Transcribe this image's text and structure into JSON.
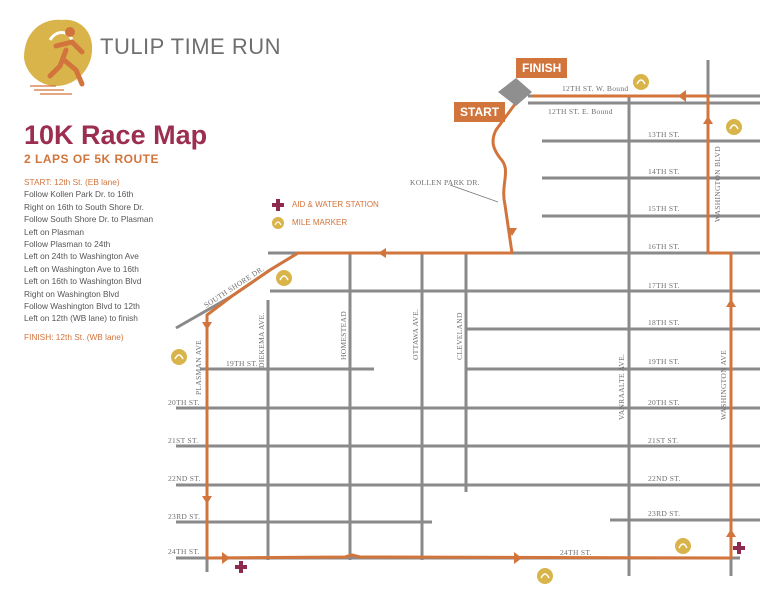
{
  "header": {
    "brand_name": "TULIP TIME RUN"
  },
  "title": "10K Race Map",
  "subtitle": "2 LAPS OF 5K ROUTE",
  "directions": {
    "start": "START: 12th St. (EB lane)",
    "steps": [
      "Follow Kollen Park Dr. to 16th",
      "Right on 16th to South Shore Dr.",
      "Follow South Shore Dr. to Plasman",
      "Left on Plasman",
      "Follow Plasman to 24th",
      "Left on 24th to Washington Ave",
      "Left on Washington Ave to 16th",
      "Left on 16th to Washington Blvd",
      "Right on Washington Blvd",
      "Follow Washington Blvd to 12th",
      "Left on 12th (WB lane) to finish"
    ],
    "finish": "FINISH: 12th St. (WB lane)"
  },
  "legend": {
    "aid": "AID & WATER STATION",
    "mile": "MILE MARKER"
  },
  "callouts": {
    "start": "START",
    "finish": "FINISH"
  },
  "streets": {
    "s12w": "12TH ST. W. Bound",
    "s12e": "12TH ST. E. Bound",
    "s13": "13TH ST.",
    "s14": "14TH ST.",
    "s15": "15TH ST.",
    "s16": "16TH ST.",
    "s17": "17TH ST.",
    "s18": "18TH ST.",
    "s19w": "19TH ST.",
    "s19e": "19TH ST.",
    "s20w": "20TH ST.",
    "s20e": "20TH ST.",
    "s21w": "21ST ST.",
    "s21e": "21ST ST.",
    "s22w": "22ND ST.",
    "s22e": "22ND ST.",
    "s23w": "23RD ST.",
    "s23e": "23RD ST.",
    "s24w": "24TH ST.",
    "s24m": "24TH ST.",
    "kollen": "KOLLEN PARK DR.",
    "southshore": "SOUTH SHORE DR.",
    "plasman": "PLASMAN AVE",
    "diekema": "DIEKEMA AVE.",
    "homestead": "HOMESTEAD",
    "ottawa": "OTTAWA AVE.",
    "cleveland": "CLEVELAND",
    "vanraalte": "VANRAALTE AVE.",
    "washave": "WASHINGTON AVE",
    "washblvd": "WASHINGTON BLVD"
  },
  "colors": {
    "route": "#d2753d",
    "title": "#9c2e50",
    "aid": "#8c2a4f",
    "mile": "#d9b44a",
    "street": "#8a8a8a"
  }
}
